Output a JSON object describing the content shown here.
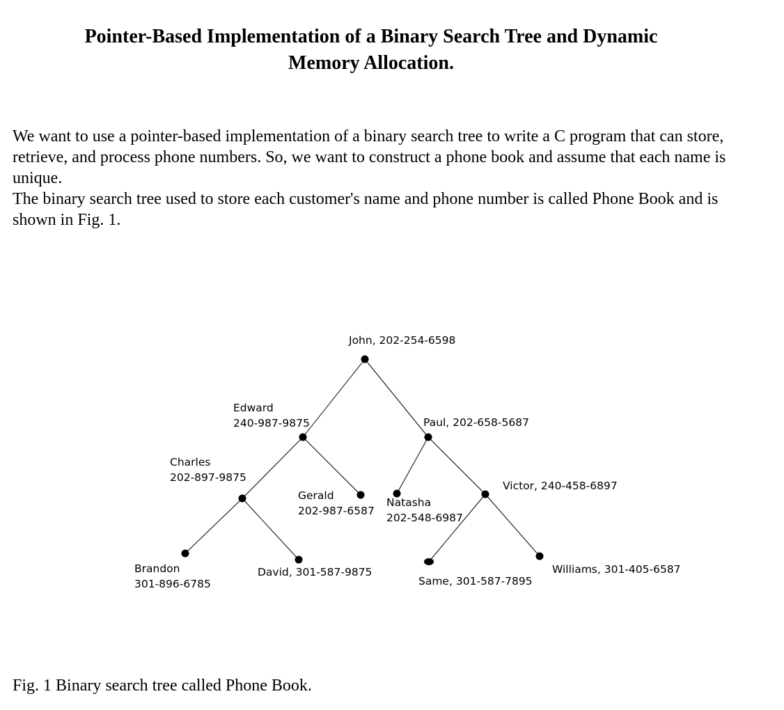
{
  "title": {
    "line1": "Pointer-Based Implementation of a Binary Search Tree and Dynamic",
    "line2": "Memory Allocation."
  },
  "intro": {
    "paragraph1": "We want to use a pointer-based implementation of a binary search tree to write a C program that can store, retrieve, and process phone numbers. So, we want to construct a phone book and assume that each name is unique.",
    "paragraph2": "The binary search tree used to store each customer's name and phone number is called Phone Book and is shown in Fig. 1."
  },
  "tree": {
    "nodes": {
      "john": {
        "label": "John, 202-254-6598"
      },
      "edward": {
        "name": "Edward",
        "phone": "240-987-9875"
      },
      "paul": {
        "label": "Paul, 202-658-5687"
      },
      "charles": {
        "name": "Charles",
        "phone": "202-897-9875"
      },
      "gerald": {
        "name": "Gerald",
        "phone": "202-987-6587"
      },
      "natasha": {
        "name": "Natasha",
        "phone": "202-548-6987"
      },
      "victor": {
        "label": "Victor, 240-458-6897"
      },
      "brandon": {
        "name": "Brandon",
        "phone": "301-896-6785"
      },
      "david": {
        "label": "David, 301-587-9875"
      },
      "same": {
        "label": "Same, 301-587-7895"
      },
      "williams": {
        "label": "Williams, 301-405-6587"
      }
    }
  },
  "caption": "Fig. 1 Binary search tree called Phone Book."
}
